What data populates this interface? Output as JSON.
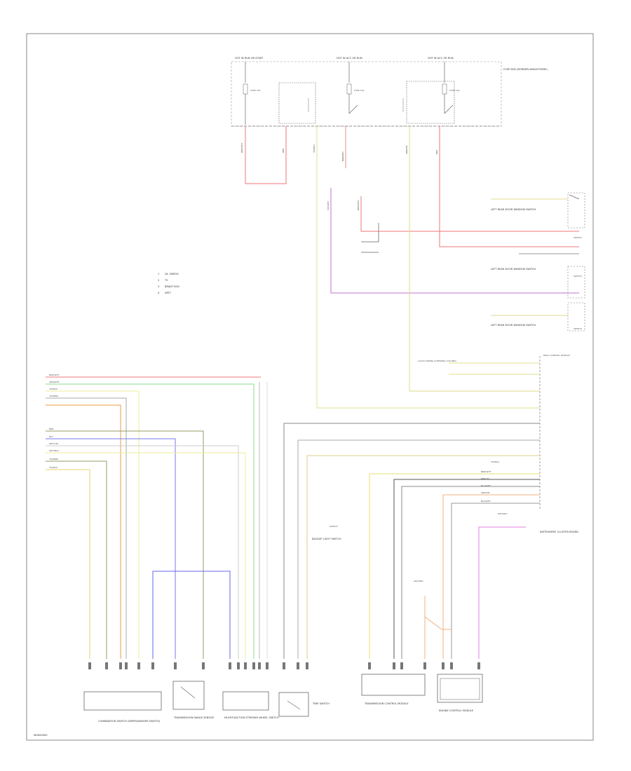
{
  "diagram_code": "W0000000",
  "legend": [
    {
      "num": "1",
      "label": "LB. DREDG"
    },
    {
      "num": "2",
      "label": "TS"
    },
    {
      "num": "3",
      "label": "BRANT BOS"
    },
    {
      "num": "4",
      "label": "ARTT"
    }
  ],
  "top_labels": [
    "HOT IN RUN OR START",
    "HOT IN ACC OR RUN",
    "HOT IN ACC OR RUN"
  ],
  "fuse_labels": [
    "FUSE 15A",
    "FUSE 10A",
    "FUSE 10A"
  ],
  "fuse_box_label": "FUSE BOX (BORDERLAND/STORRE)",
  "right_components": [
    "LEFT REAR DOOR WINDOW SWITCH",
    "LEFT REAR DOOR WINDOW SWITCH",
    "LEFT REAR DOOR WINDOW SWITCH"
  ],
  "mid_component": "CLOCK SPRING (STEERING COLUMN)",
  "connector_label": "SWITCH",
  "hvac_label": "BODY CONTROL MODULE",
  "left_wire_colors_a": [
    "RED/WHT",
    "GRN/WHT",
    "YEL/BLU",
    "YEL/BRN"
  ],
  "left_wire_colors_b": [
    "BRN",
    "BLU",
    "WHT/YEL",
    "WHT/BLK",
    "YEL/BRN",
    "YEL/BLU"
  ],
  "right_wire_colors": [
    "YEL/BLU",
    "BRN/WHT",
    "BRN/YEL",
    "BLU/WHT",
    "GRN/YEL",
    "BLK/WHT",
    "WHT/BLU"
  ],
  "mid_callout": "BACKUP LIGHT SWITCH",
  "ground_label": "GROUND",
  "module_right_label": "INSTRUMENT CLUSTER BOARD",
  "bottom_components": [
    "COMBINATION SWITCH (WIPER/WASHER SWITCH)",
    "TRANSMISSION RANGE SENSOR",
    "MULTIFUNCTION STEERING WHEEL SWITCH",
    "TIME SWITCH",
    "TRANSMISSION CONTROL MODULE",
    "ENGINE CONTROL MODULE"
  ]
}
